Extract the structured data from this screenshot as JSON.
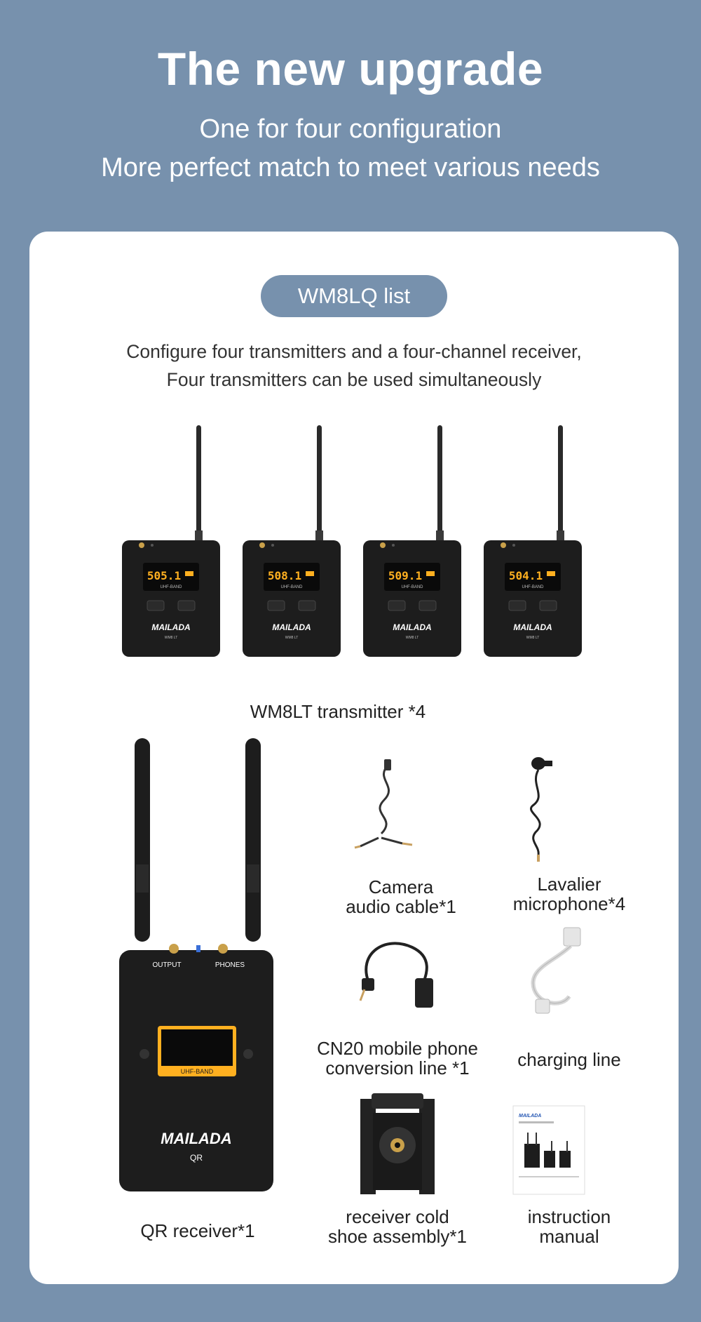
{
  "hero": {
    "title": "The new upgrade",
    "subtitle_line1": "One for four configuration",
    "subtitle_line2": "More perfect match to meet various needs"
  },
  "list": {
    "pill_label": "WM8LQ list",
    "intro_line1": "Configure four transmitters and a four-channel receiver,",
    "intro_line2": "Four transmitters can be used simultaneously"
  },
  "transmitters": {
    "units": [
      {
        "display": "505.1",
        "band": "UHF-BAND",
        "brand": "MAILADA",
        "model": "WM8 LT"
      },
      {
        "display": "508.1",
        "band": "UHF-BAND",
        "brand": "MAILADA",
        "model": "WM8 LT"
      },
      {
        "display": "509.1",
        "band": "UHF-BAND",
        "brand": "MAILADA",
        "model": "WM8 LT"
      },
      {
        "display": "504.1",
        "band": "UHF-BAND",
        "brand": "MAILADA",
        "model": "WM8 LT"
      }
    ],
    "label": "WM8LT transmitter *4"
  },
  "receiver": {
    "output": "OUTPUT",
    "phones": "PHONES",
    "band": "UHF-BAND",
    "brand": "MAILADA",
    "model": "QR",
    "label": "QR receiver*1"
  },
  "accessories": {
    "camera_cable": {
      "line1": "Camera",
      "line2": "audio cable*1"
    },
    "lavalier": {
      "line1": "Lavalier",
      "line2": "microphone*4"
    },
    "cn20": {
      "line1": "CN20 mobile phone",
      "line2": "conversion line *1"
    },
    "charging": {
      "line1": "charging line"
    },
    "cold_shoe": {
      "line1": "receiver cold",
      "line2": "shoe assembly*1"
    },
    "manual": {
      "line1": "instruction",
      "line2": "manual",
      "cover_brand": "MAILADA"
    }
  },
  "colors": {
    "background": "#7791ad",
    "card": "#ffffff",
    "display_text": "#ffb020",
    "device_body": "#1d1d1d"
  }
}
